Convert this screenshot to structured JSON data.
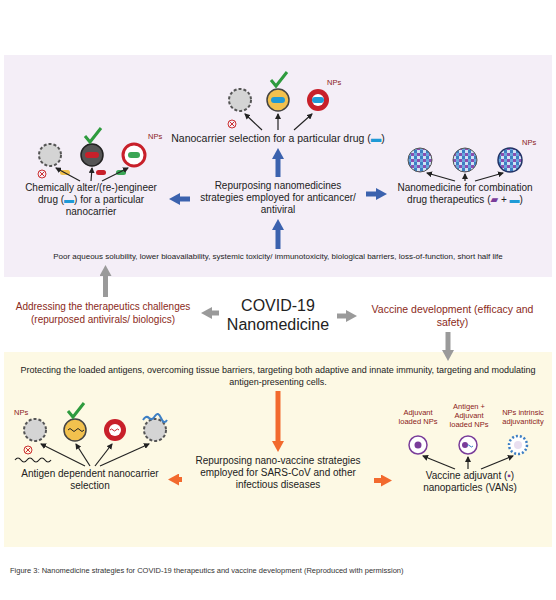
{
  "diagram": {
    "caption": "Figure 3: Nanomedicine strategies for COVID-19 therapeutics and vaccine development (Reproduced with permission)",
    "nodes": [
      {
        "text": [
          "Nanocarrier selection for a particular drug (▬)"
        ]
      },
      {
        "text": [
          "Chemically alter/(re-)engineer drug (▬) for a particular nanocarrier"
        ]
      },
      {
        "text": [
          "Repurposing nanomedicines strategies employed for anticancer/ antiviral"
        ]
      },
      {
        "text": [
          "Nanomedicine for combination drug therapeutics (▰ + ▬)"
        ]
      },
      {
        "text": [
          "Poor aqueous solubility, lower bioavailability, systemic toxicity/ immunotoxicity, biological barriers, loss-of-function, short half life"
        ]
      },
      {
        "text": [
          "Addressing the therapeutics challenges (repurposed antivirals/ biologics)"
        ]
      },
      {
        "text": [
          "COVID-19 Nanomedicine"
        ]
      },
      {
        "text": [
          "Vaccine development (efficacy and safety)"
        ]
      },
      {
        "text": [
          "Protecting the loaded antigens, overcoming tissue barriers, targeting both adaptive and innate immunity, targeting and modulating antigen-presenting cells."
        ]
      },
      {
        "text": [
          "Antigen dependent nanocarrier selection"
        ]
      },
      {
        "text": [
          "Repurposing nano-vaccine strategies employed for SARS-CoV and other infectious diseases"
        ]
      },
      {
        "text": [
          "Vaccine adjuvant (▪) nanoparticles (VANs)"
        ]
      }
    ],
    "edges": [
      {
        "from": 2,
        "to": 0,
        "arrow": "to"
      },
      {
        "from": 2,
        "to": 1,
        "arrow": "to"
      },
      {
        "from": 2,
        "to": 3,
        "arrow": "to"
      },
      {
        "from": 4,
        "to": 2,
        "arrow": "to"
      },
      {
        "from": 5,
        "to": 4,
        "arrow": "to"
      },
      {
        "from": 6,
        "to": 5,
        "arrow": "to"
      },
      {
        "from": 6,
        "to": 7,
        "arrow": "to"
      },
      {
        "from": 7,
        "to": 8,
        "arrow": "to"
      },
      {
        "from": 8,
        "to": 10,
        "arrow": "to"
      },
      {
        "from": 10,
        "to": 9,
        "arrow": "to"
      },
      {
        "from": 10,
        "to": 11,
        "arrow": "to"
      }
    ],
    "labels": [
      "NPs",
      "NPs",
      "NPs",
      "NPs",
      "Adjuvant loaded NPs",
      "Antigen + Adjuvant loaded NPs",
      "NPs intrinsic adjuvanticity"
    ]
  }
}
